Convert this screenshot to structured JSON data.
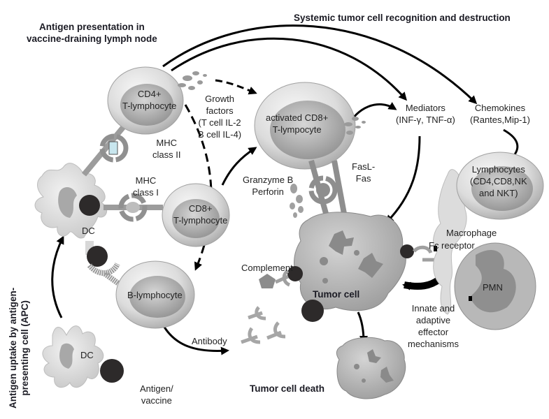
{
  "headings": {
    "lymph_node": [
      "Antigen presentation in",
      "vaccine-draining lymph node"
    ],
    "systemic": "Systemic tumor cell recognition and destruction",
    "apc_uptake": [
      "Antigen uptake by antigen-",
      "presenting cell (APC)"
    ],
    "tumor_cell": "Tumor cell",
    "tumor_death": "Tumor cell death"
  },
  "cells": {
    "cd4": [
      "CD4+",
      "T-lymphocyte"
    ],
    "cd8": [
      "CD8+",
      "T-lymphocyte"
    ],
    "activated_cd8": [
      "activated CD8+",
      "T-lympocyte"
    ],
    "b_lymphocyte": "B-lymphocyte",
    "dc_upper": "DC",
    "dc_lower": "DC",
    "lymphocytes": [
      "Lymphocytes",
      "(CD4,CD8,NK",
      "and NKT)"
    ],
    "macrophage": "Macrophage",
    "pmn": "PMN"
  },
  "labels": {
    "growth_factors": [
      "Growth",
      "factors",
      "(T cell IL-2",
      "B cell IL-4)"
    ],
    "mhc_class_ii": [
      "MHC",
      "class II"
    ],
    "mhc_class_i": [
      "MHC",
      "class I"
    ],
    "granzyme": [
      "Granzyme B",
      "Perforin"
    ],
    "fasl": [
      "FasL-",
      "Fas"
    ],
    "mediators": [
      "Mediators",
      "(INF-γ, TNF-α)"
    ],
    "chemokines": [
      "Chemokines",
      "(Rantes,Mip-1)"
    ],
    "fc_receptor": "Fc receptor",
    "complement": "Complement",
    "antibody": "Antibody",
    "antigen_vaccine": [
      "Antigen/",
      "vaccine"
    ],
    "effector": [
      "Innate and",
      "adaptive",
      "effector",
      "mechanisms"
    ]
  },
  "colors": {
    "cell_light": "#e6e6e6",
    "cell_mid": "#c4c4c4",
    "nucleus": "#a9a9a9",
    "tumor": "#b9b9b9",
    "antigen": "#2d2a2a",
    "arrow": "#000000",
    "mhc2_peptide": "#c8e6ee"
  }
}
